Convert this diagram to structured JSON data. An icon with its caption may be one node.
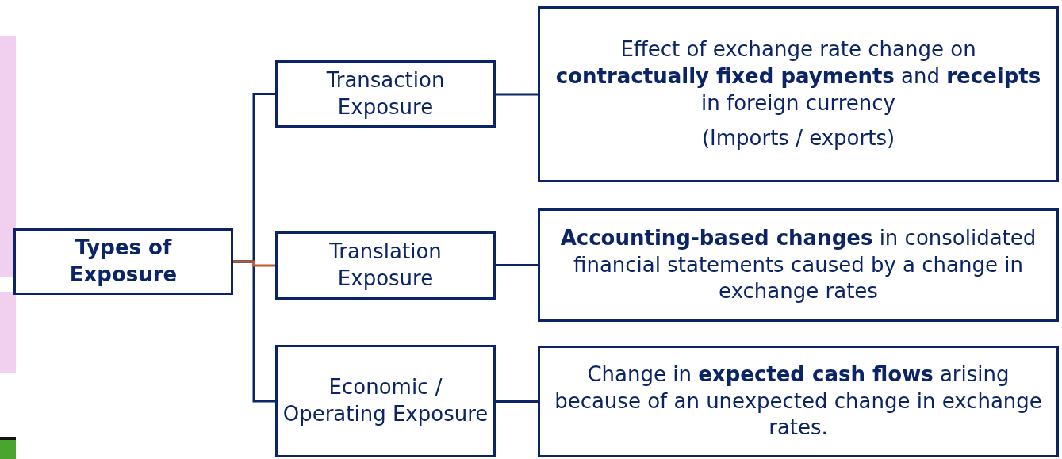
{
  "diagram": {
    "nodes": [
      {
        "text": [
          "Types of Exposure"
        ]
      },
      {
        "text": [
          "Transaction Exposure"
        ]
      },
      {
        "text": [
          "Effect of exchange rate change on **contractually fixed payments** and **receipts** in foreign currency",
          "(Imports / exports)"
        ]
      },
      {
        "text": [
          "Translation Exposure"
        ]
      },
      {
        "text": [
          "**Accounting-based changes** in consolidated financial statements caused by a change in exchange rates"
        ]
      },
      {
        "text": [
          "Economic / Operating Exposure"
        ]
      },
      {
        "text": [
          "Change in **expected cash flows** arising because of an unexpected change in exchange rates."
        ]
      }
    ],
    "edges": [
      {
        "from": 0,
        "to": 1,
        "arrow": "none"
      },
      {
        "from": 0,
        "to": 3,
        "arrow": "none",
        "color": "#c0582a"
      },
      {
        "from": 0,
        "to": 5,
        "arrow": "none"
      },
      {
        "from": 1,
        "to": 2,
        "arrow": "none"
      },
      {
        "from": 3,
        "to": 4,
        "arrow": "none"
      },
      {
        "from": 5,
        "to": 6,
        "arrow": "none"
      }
    ]
  }
}
